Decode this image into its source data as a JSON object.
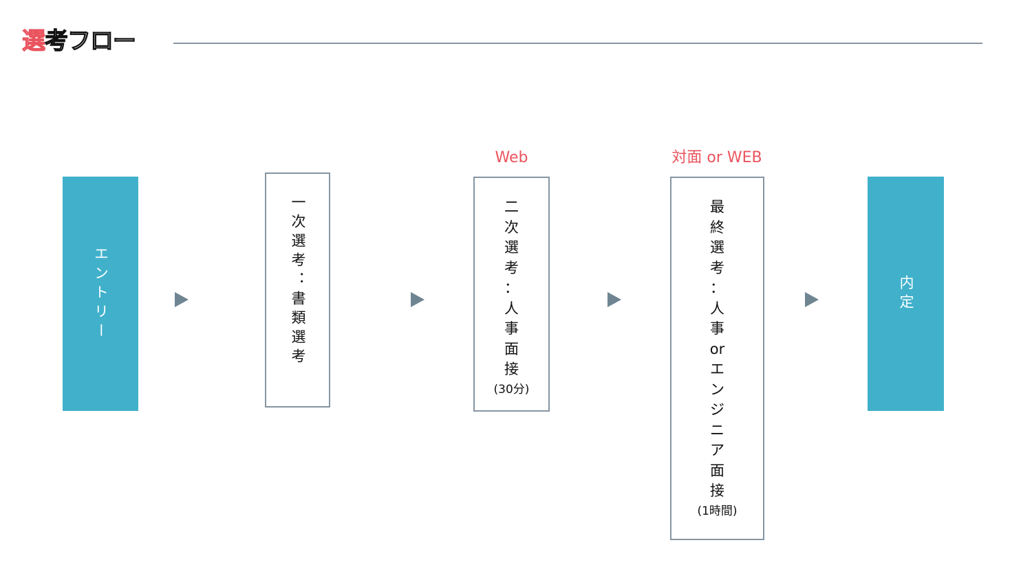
{
  "title": {
    "accent": "選",
    "rest": "考フロー"
  },
  "steps": [
    {
      "id": "entry",
      "text": "エントリー",
      "style": "filled"
    },
    {
      "id": "first",
      "text": "一次選考：書類選考",
      "style": "outline"
    },
    {
      "id": "second",
      "label": "Web",
      "lines": [
        "二",
        "次",
        "選",
        "考",
        "：",
        "人",
        "事",
        "面",
        "接"
      ],
      "note": "(30分)",
      "style": "outline"
    },
    {
      "id": "final",
      "label": "対面 or WEB",
      "lines": [
        "最",
        "終",
        "選",
        "考",
        "：",
        "人",
        "事",
        "or",
        "エ",
        "ン",
        "ジ",
        "ニ",
        "ア",
        "面",
        "接"
      ],
      "note": "(1時間)",
      "style": "outline"
    },
    {
      "id": "offer",
      "text": "内定",
      "style": "filled"
    }
  ],
  "colors": {
    "accent": "#e9545e",
    "filled_box": "#41b1cb",
    "outline": "#8695a1",
    "arrow": "#6f8592"
  },
  "icons": [
    "arrow-right-icon",
    "arrow-right-icon",
    "arrow-right-icon",
    "arrow-right-icon"
  ]
}
